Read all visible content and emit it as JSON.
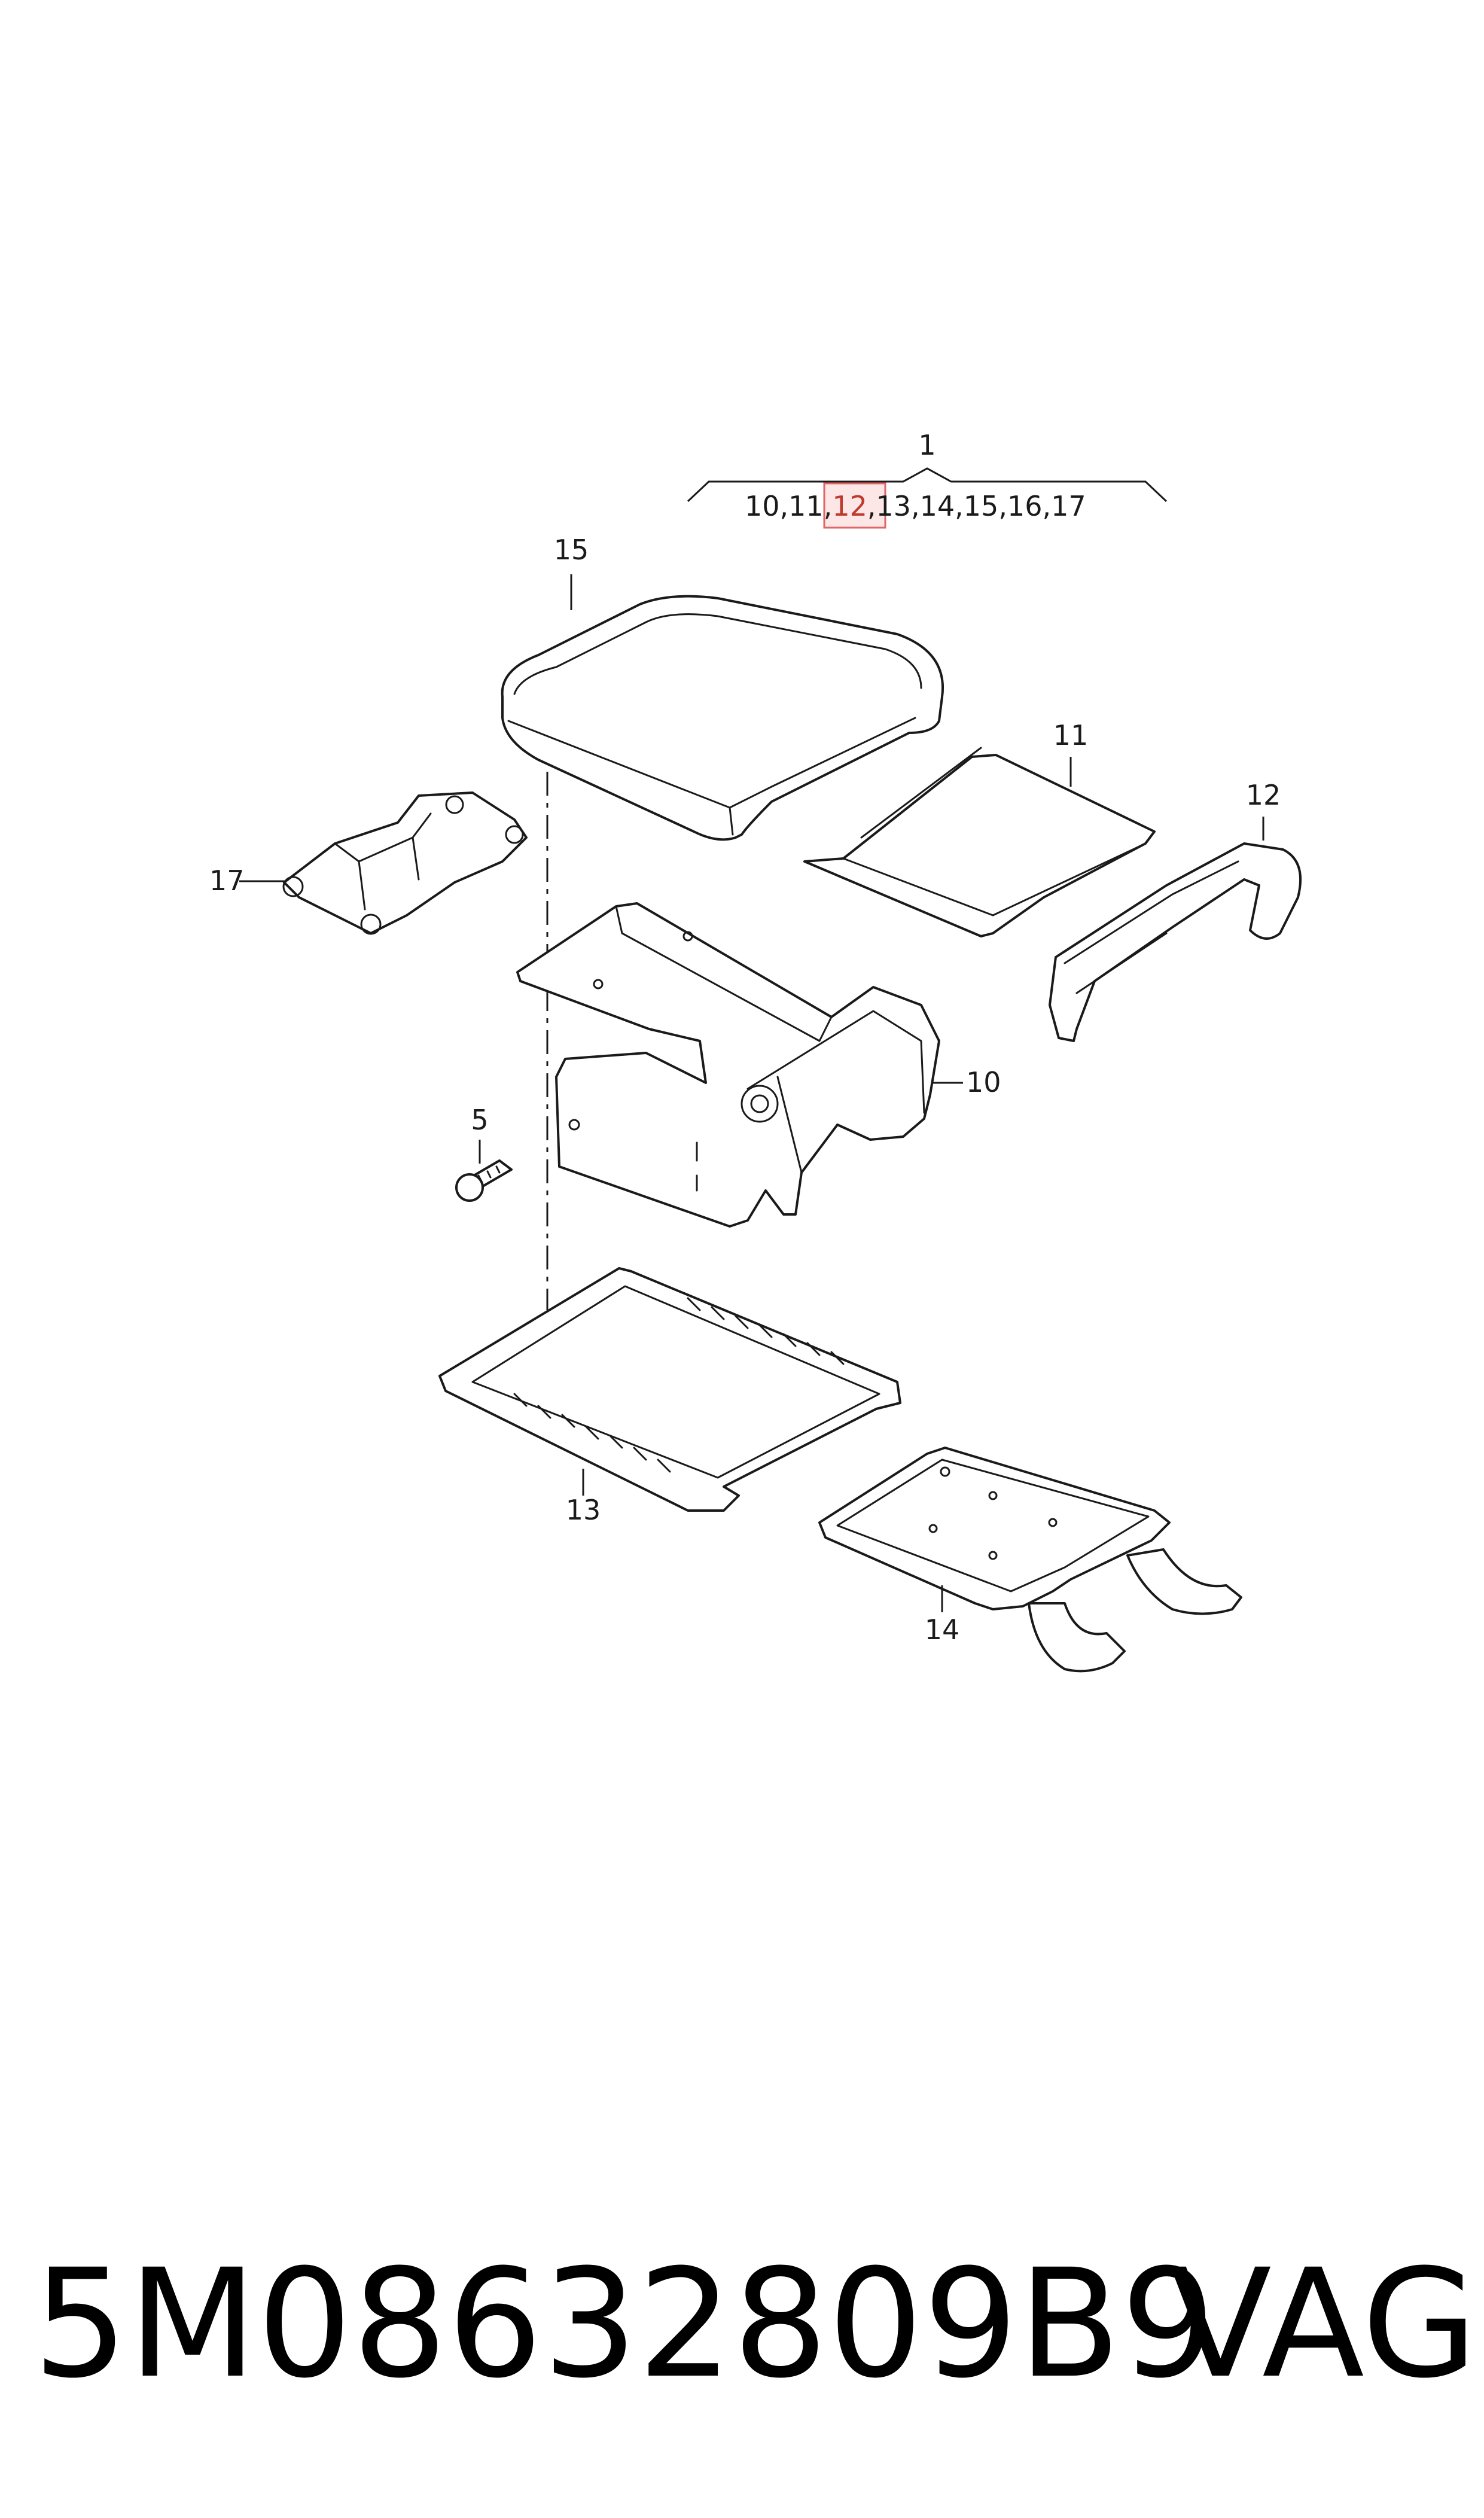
{
  "callouts": {
    "c1": "1",
    "assembly_list": [
      "10,11,",
      "12",
      ",13,14,15,16,17"
    ],
    "c15": "15",
    "c11": "11",
    "c12": "12",
    "c17": "17",
    "c10": "10",
    "c5": "5",
    "c13": "13",
    "c14": "14"
  },
  "highlighted_part": "12",
  "highlight_color": "#fde6e6",
  "footer": {
    "part_number": "5M08632809B9",
    "brand": "VAG"
  }
}
